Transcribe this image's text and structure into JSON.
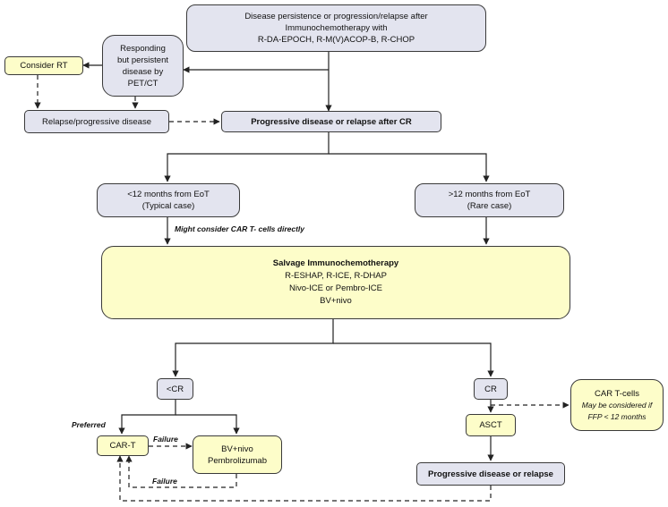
{
  "nodes": {
    "start": [
      "Disease persistence or progression/relapse after",
      "Immunochemotherapy with",
      "R-DA-EPOCH, R-M(V)ACOP-B, R-CHOP"
    ],
    "responding": [
      "Responding",
      "but persistent",
      "disease by",
      "PET/CT"
    ],
    "consider_rt": "Consider RT",
    "relapse_progressive": "Relapse/progressive disease",
    "progressive_after_cr": "Progressive disease or relapse after CR",
    "lt12": [
      "<12 months from EoT",
      "(Typical case)"
    ],
    "gt12": [
      ">12 months from EoT",
      "(Rare case)"
    ],
    "salvage": {
      "title": "Salvage Immunochemotherapy",
      "lines": [
        "R-ESHAP, R-ICE, R-DHAP",
        "Nivo-ICE or Pembro-ICE",
        "BV+nivo"
      ]
    },
    "lt_cr": "<CR",
    "cr": "CR",
    "car_t_cells": {
      "title": "CAR T-cells",
      "note": [
        "May be considered if",
        "FFP < 12 months"
      ]
    },
    "car_t": "CAR-T",
    "bv_nivo": [
      "BV+nivo",
      "Pembrolizumab"
    ],
    "asct": "ASCT",
    "progressive_or_relapse": "Progressive disease or relapse"
  },
  "labels": {
    "might_consider": "Might consider CAR T- cells directly",
    "preferred": "Preferred",
    "failure_1": "Failure",
    "failure_2": "Failure"
  },
  "colors": {
    "grey_fill": "#e3e4ef",
    "yellow_fill": "#fdfdc9",
    "border": "#3a3a3a",
    "line": "#222222"
  }
}
